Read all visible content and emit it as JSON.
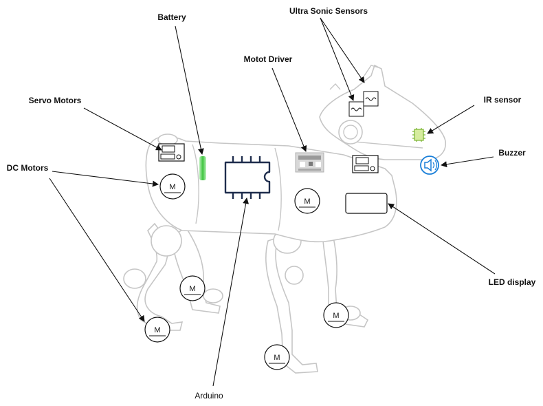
{
  "labels": {
    "battery": "Battery",
    "ultrasonic": "Ultra Sonic Sensors",
    "motor_driver": "Motot Driver",
    "servo": "Servo Motors",
    "ir_sensor": "IR sensor",
    "dc_motors": "DC Motors",
    "buzzer": "Buzzer",
    "led_display": "LED display",
    "arduino": "Arduino"
  },
  "motor_symbol": "M",
  "icons": {
    "battery": "battery-icon",
    "ultrasonic": "ultrasonic-sensor-icon",
    "motor_driver": "motor-driver-board-icon",
    "servo": "servo-motor-icon",
    "ir": "ir-sensor-chip-icon",
    "buzzer": "speaker-icon",
    "arduino": "chip-icon",
    "led_display": "led-display-rectangle"
  },
  "colors": {
    "label_text": "#111111",
    "dog_outline": "#c6c6c6",
    "battery_green": "#3ec43e",
    "buzzer_blue": "#1a7fd8",
    "ir_green": "#7ab530",
    "chip_navy": "#1f2d4d"
  }
}
